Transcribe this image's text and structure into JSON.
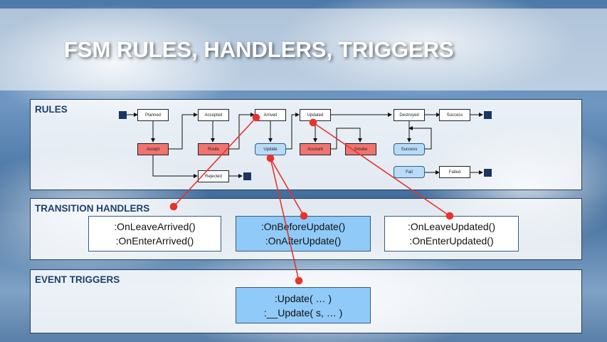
{
  "title": "FSM RULES, HANDLERS, TRIGGERS",
  "sections": {
    "rules": "RULES",
    "handlers": "TRANSITION HANDLERS",
    "triggers": "EVENT TRIGGERS"
  },
  "states": {
    "planned": "Planned",
    "accept": "Accept",
    "accepted": "Accepted",
    "route": "Route",
    "rejected": "Rejected",
    "arrived": "Arrived",
    "update": "Update",
    "updated": "Updated",
    "account": "Account",
    "smoke": "Smoke",
    "destroyed": "Destroyed",
    "success_event": "Success",
    "success": "Success",
    "fail": "Fail",
    "failed": "Failed"
  },
  "handlers": {
    "arrived": [
      ":OnLeaveArrived()",
      ":OnEnterArrived()"
    ],
    "update": [
      ":OnBeforeUpdate()",
      ":OnAfterUpdate()"
    ],
    "updated": [
      ":OnLeaveUpdated()",
      ":OnEnterUpdated()"
    ]
  },
  "triggers": [
    ":Update( … )",
    ":__Update( s, … )"
  ],
  "colors": {
    "title_text": "#ffffff",
    "section_label": "#1d3f6e",
    "event_red": "#ef7470",
    "event_blue": "#b8dbf7",
    "handler_blue": "#8fcaf8",
    "connector": "#e8322e",
    "terminal": "#1a3660"
  }
}
